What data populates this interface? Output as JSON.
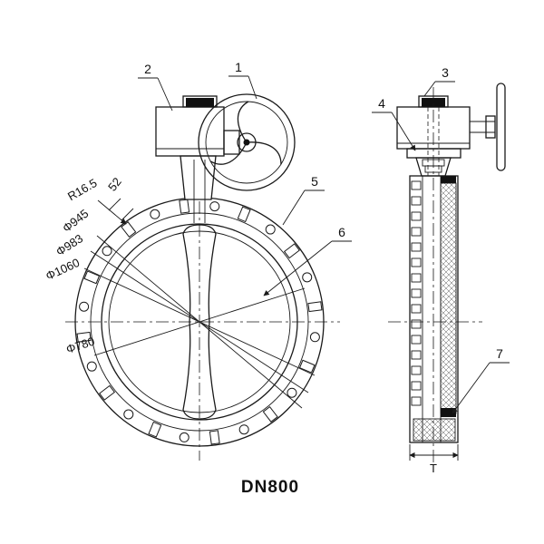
{
  "drawing": {
    "title": "DN800",
    "callouts": {
      "c1": "1",
      "c2": "2",
      "c3": "3",
      "c4": "4",
      "c5": "5",
      "c6": "6",
      "c7": "7"
    },
    "dims": {
      "slot_width": "52",
      "radius": "R16.5",
      "d945": "Φ945",
      "d983": "Φ983",
      "d1060": "Φ1060",
      "d780": "Φ780",
      "thickness": "T"
    },
    "colors": {
      "line": "#1a1a1a",
      "background": "#ffffff"
    }
  }
}
